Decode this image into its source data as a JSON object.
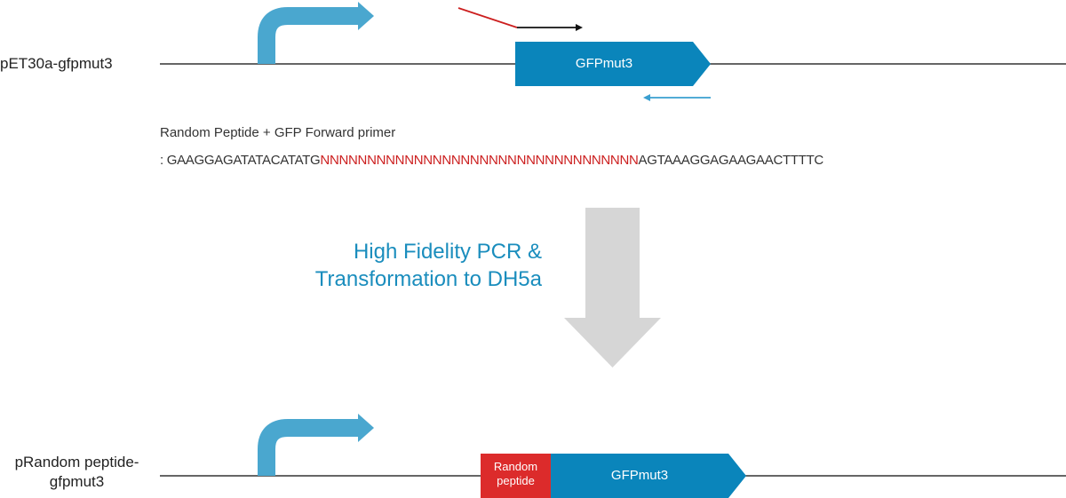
{
  "construct_top": {
    "label": "pET30a-gfpmut3",
    "gene_label": "GFPmut3"
  },
  "primer": {
    "caption": "Random Peptide + GFP Forward primer",
    "prefix": ": GAAGGAGATATACATATG",
    "random": "NNNNNNNNNNNNNNNNNNNNNNNNNNNNNNNNNN",
    "suffix": "AGTAAAGGAGAAGAACTTTTC"
  },
  "step": {
    "line1": "High Fidelity PCR &",
    "line2": "Transformation to DH5a"
  },
  "construct_bottom": {
    "label_line1": "pRandom peptide-",
    "label_line2": "gfpmut3",
    "random_line1": "Random",
    "random_line2": "peptide",
    "gene_label": "GFPmut3"
  },
  "colors": {
    "gene": "#0a85bb",
    "promoter": "#4aa7cf",
    "random": "#dc2b2b",
    "arrow": "#d6d6d6",
    "step_text": "#1a8dbd",
    "forward_primer_tail": "#cc1f1f",
    "reverse_primer": "#3a9fd0"
  }
}
